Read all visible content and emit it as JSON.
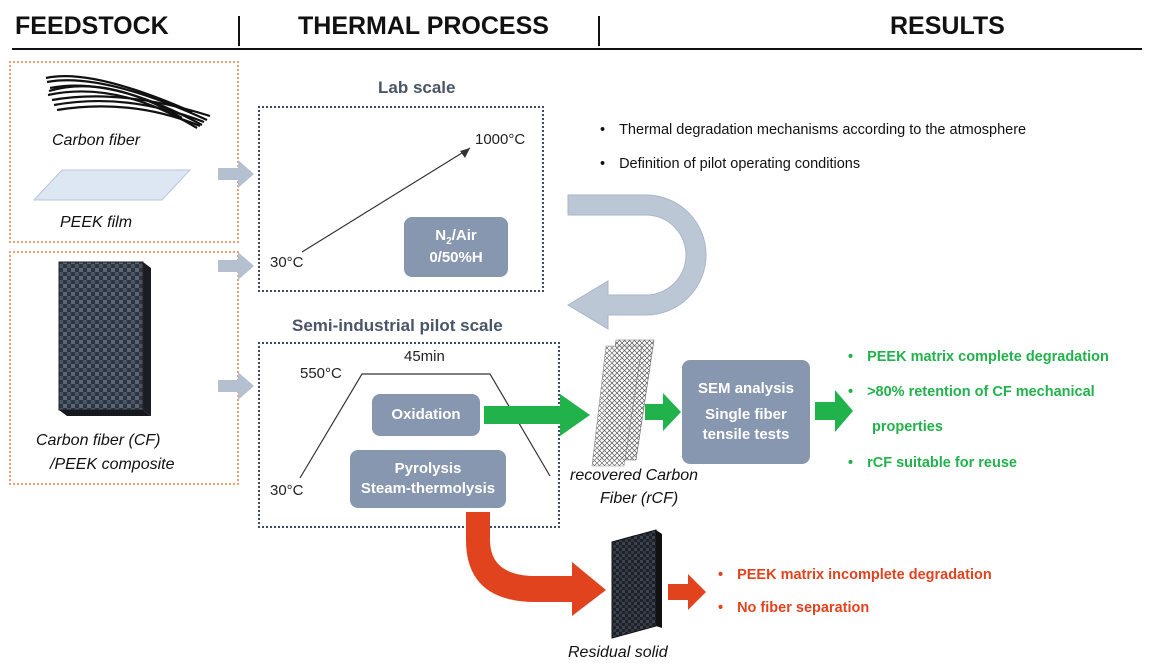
{
  "headers": {
    "feedstock": "FEEDSTOCK",
    "thermal_process": "THERMAL PROCESS",
    "results": "RESULTS"
  },
  "feedstock": {
    "carbon_fiber": "Carbon fiber",
    "peek_film": "PEEK film",
    "composite_line1": "Carbon fiber (CF)",
    "composite_line2": "/PEEK composite"
  },
  "lab_scale": {
    "title": "Lab scale",
    "temp_high": "1000°C",
    "temp_low": "30°C",
    "atmosphere_base": "N",
    "atmosphere_sub": "2",
    "atmosphere_rest": "/Air",
    "humidity": "0/50%H"
  },
  "lab_results": [
    "Thermal degradation mechanisms according to the atmosphere",
    "Definition of pilot operating conditions"
  ],
  "pilot_scale": {
    "title": "Semi-industrial pilot scale",
    "temp_high": "550°C",
    "hold_time": "45min",
    "temp_low": "30°C",
    "oxidation": "Oxidation",
    "pyrolysis": "Pyrolysis",
    "steam": "Steam-thermolysis"
  },
  "rcf": {
    "line1": "recovered Carbon",
    "line2": "Fiber (rCF)"
  },
  "analysis": {
    "line1": "SEM analysis",
    "line2": "Single fiber",
    "line3": "tensile tests"
  },
  "green_results": [
    "PEEK matrix complete degradation",
    ">80% retention of CF mechanical",
    "properties",
    "rCF suitable for reuse"
  ],
  "residual": {
    "label": "Residual solid"
  },
  "red_results": [
    "PEEK matrix incomplete degradation",
    "No fiber separation"
  ],
  "colors": {
    "green": "#22b24c",
    "red": "#e2431f",
    "box_fill": "#8797b0",
    "gray_arrow": "#b4bfcf",
    "feedstock_border": "#f0a070",
    "process_border": "#3a4a6a"
  }
}
